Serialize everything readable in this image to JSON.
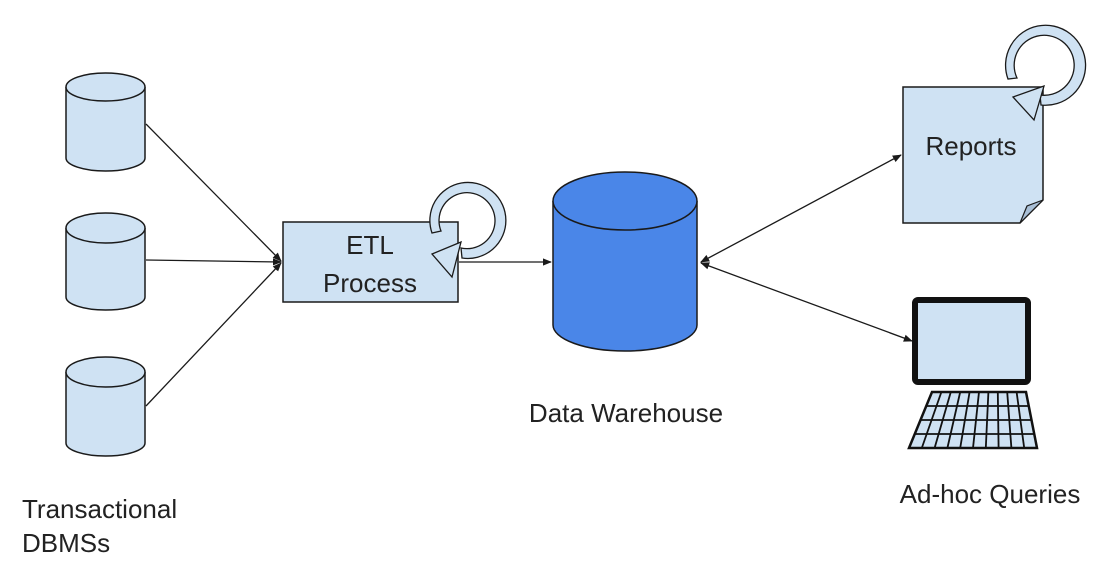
{
  "colors": {
    "light_fill": "#cfe2f3",
    "warehouse_fill": "#4a86e8",
    "stroke": "#1a1a1a",
    "text": "#222222",
    "fold": "#a9bfd6"
  },
  "nodes": {
    "sources": {
      "label_line1": "Transactional",
      "label_line2": "DBMSs",
      "count": 3,
      "icon": "database-cylinder-icon"
    },
    "etl": {
      "label_line1": "ETL",
      "label_line2": "Process",
      "icon": "refresh-loop-icon"
    },
    "warehouse": {
      "label": "Data Warehouse",
      "icon": "database-cylinder-icon"
    },
    "reports": {
      "label": "Reports",
      "icon": "refresh-loop-icon"
    },
    "adhoc": {
      "label": "Ad-hoc Queries",
      "icon": "laptop-icon"
    }
  },
  "edges": [
    {
      "from": "source-1",
      "to": "etl",
      "type": "arrow"
    },
    {
      "from": "source-2",
      "to": "etl",
      "type": "arrow"
    },
    {
      "from": "source-3",
      "to": "etl",
      "type": "arrow"
    },
    {
      "from": "etl",
      "to": "warehouse",
      "type": "arrow"
    },
    {
      "from": "warehouse",
      "to": "reports",
      "type": "bidirectional"
    },
    {
      "from": "warehouse",
      "to": "adhoc",
      "type": "bidirectional"
    }
  ]
}
